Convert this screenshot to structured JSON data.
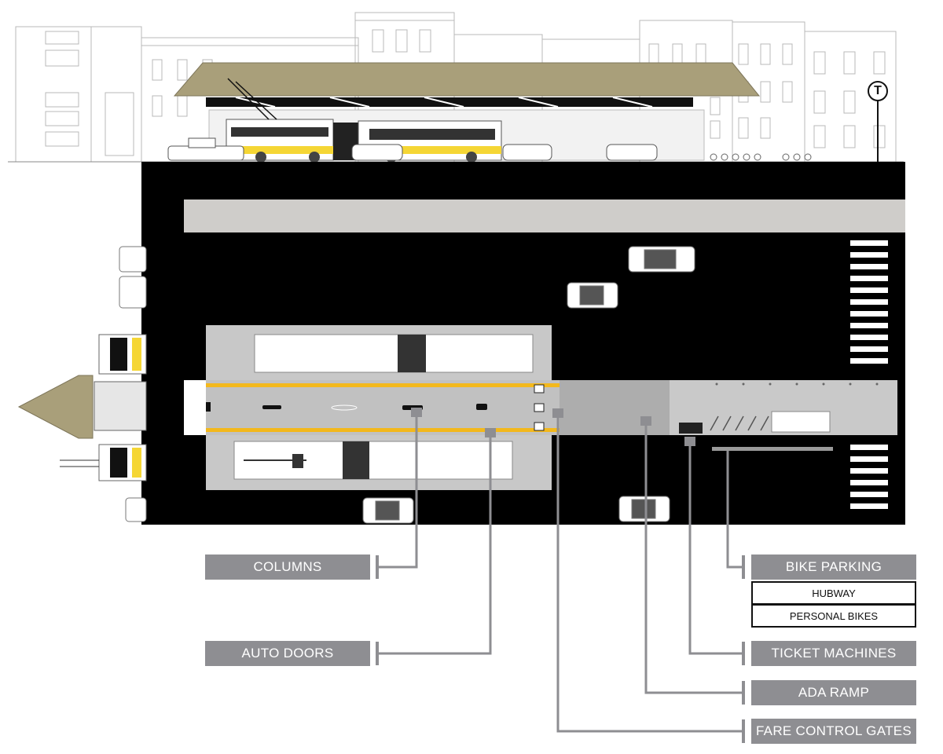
{
  "legend": {
    "columns": "COLUMNS",
    "auto_doors": "AUTO DOORS",
    "bike_parking": "BIKE PARKING",
    "hubway": "HUBWAY",
    "personal_bikes": "PERSONAL BIKES",
    "ticket_machines": "TICKET MACHINES",
    "ada_ramp": "ADA RAMP",
    "fare_control_gates": "FARE CONTROL GATES"
  },
  "transit_logo": "T",
  "colors": {
    "street": "#000000",
    "platform": "#c8c8c8",
    "platform_shelter": "#a9a9a9",
    "sidewalk": "#cfcdca",
    "safety_stripe": "#f3b81c",
    "label_fill": "#8e8e92",
    "leader": "#8e8e92",
    "roof": "#a99f7a",
    "bus_stripe": "#f5d635"
  }
}
